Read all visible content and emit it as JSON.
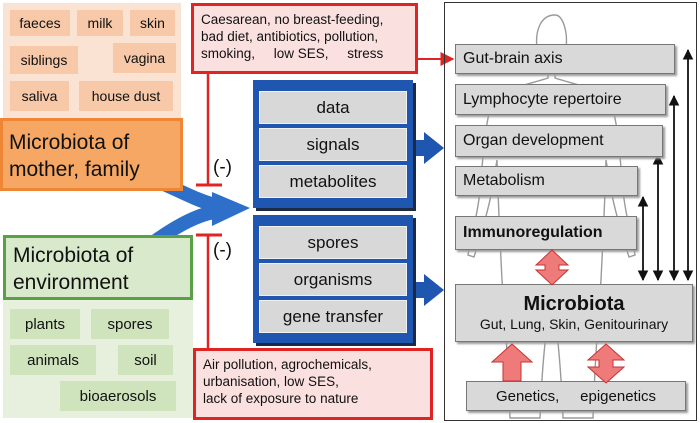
{
  "mother_sources": {
    "tags": [
      "faeces",
      "milk",
      "skin",
      "siblings",
      "vagina",
      "saliva",
      "house dust"
    ],
    "title_line1": "Microbiota of",
    "title_line2": "mother, family"
  },
  "environment_sources": {
    "title_line1": "Microbiota of",
    "title_line2": "environment",
    "tags": [
      "plants",
      "spores",
      "animals",
      "soil",
      "bioaerosols"
    ]
  },
  "risk_top": {
    "lines": [
      "Caesarean, no breast-feeding,",
      "bad diet, antibiotics, pollution,",
      "smoking,     low SES,     stress"
    ]
  },
  "risk_bottom": {
    "lines": [
      "Air pollution, agrochemicals,",
      "urbanisation, low SES,",
      "lack of exposure to nature"
    ]
  },
  "inhibit_labels": [
    "(-)",
    "(-)"
  ],
  "stack_top": [
    "data",
    "signals",
    "metabolites"
  ],
  "stack_bottom": [
    "spores",
    "organisms",
    "gene transfer"
  ],
  "host_effects": {
    "items": [
      "Gut-brain axis",
      "Lymphocyte repertoire",
      "Organ development",
      "Metabolism"
    ],
    "immunoregulation": "Immunoregulation",
    "microbiota_title": "Microbiota",
    "microbiota_sites": "Gut, Lung, Skin, Genitourinary",
    "genetics": "Genetics,     epigenetics"
  },
  "colors": {
    "orange": "#ee8636",
    "green": "#5aa046",
    "red": "#e02424",
    "blue": "#1f56b0",
    "grey": "#d9d9d9"
  }
}
